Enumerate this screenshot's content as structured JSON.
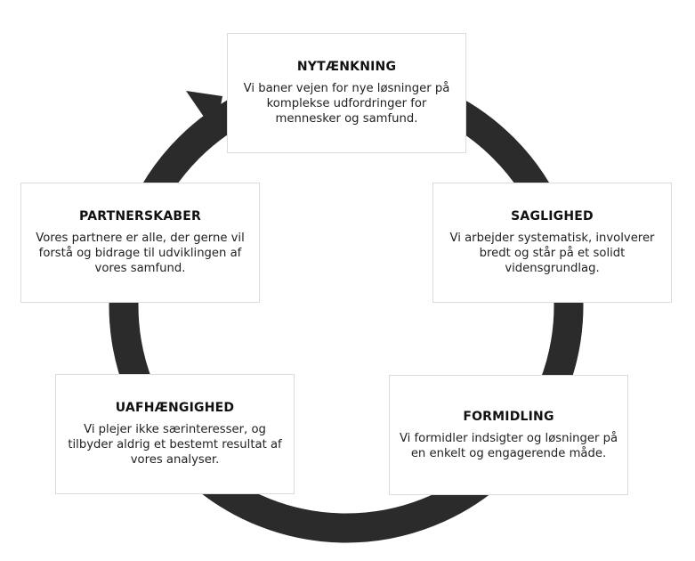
{
  "colors": {
    "ring": "#2b2b2b",
    "box_border": "#dcdcdc",
    "background": "#ffffff"
  },
  "boxes": [
    {
      "id": "nytaenkning",
      "title": "NYTÆNKNING",
      "description": "Vi baner vejen for nye løsninger på komplekse udfordringer for mennesker og samfund."
    },
    {
      "id": "saglighed",
      "title": "SAGLIGHED",
      "description": "Vi arbejder systematisk, involverer bredt og står på et solidt vidensgrundlag."
    },
    {
      "id": "formidling",
      "title": "FORMIDLING",
      "description": "Vi formidler indsigter og løsninger på en enkelt og engagerende måde."
    },
    {
      "id": "uafhaengighed",
      "title": "UAFHÆNGIGHED",
      "description": "Vi plejer ikke særinteresser, og tilbyder aldrig et bestemt resultat af vores analyser."
    },
    {
      "id": "partnerskaber",
      "title": "PARTNERSKABER",
      "description": "Vores partnere er alle, der gerne vil forstå og bidrage til udviklingen af vores samfund."
    }
  ]
}
